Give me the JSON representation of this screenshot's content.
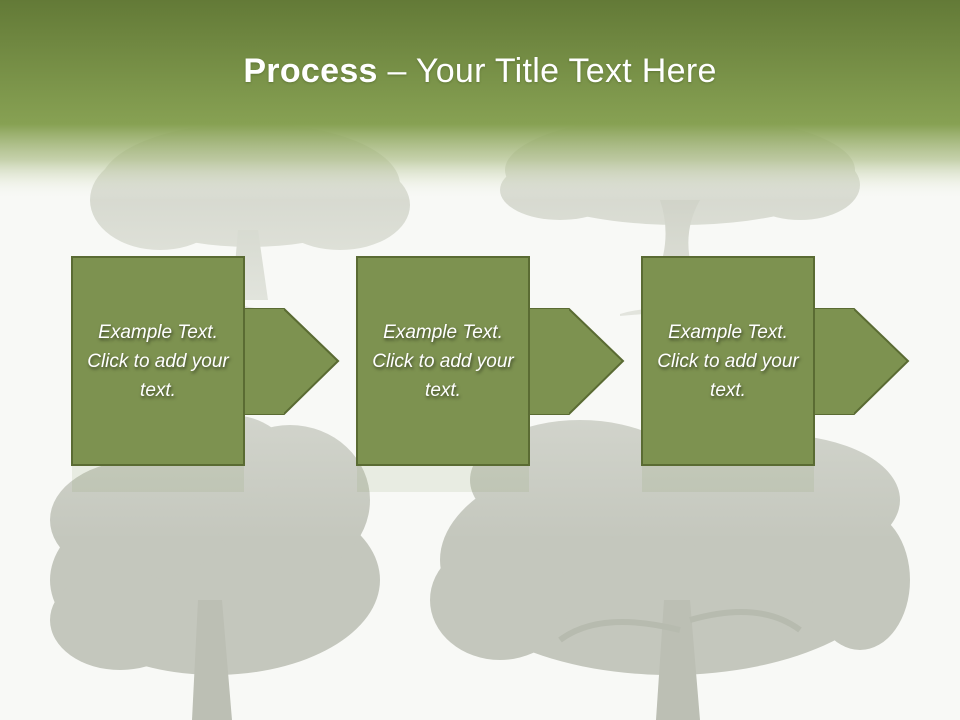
{
  "slide": {
    "title_bold": "Process",
    "title_separator": " – ",
    "title_rest": "Your Title Text Here",
    "colors": {
      "header": "#7d9a4a",
      "box": "#7d9250",
      "box_border": "#5a6b33",
      "tree": "#c4c7bd"
    }
  },
  "steps": [
    {
      "text": "Example Text. Click  to add your text."
    },
    {
      "text": "Example Text. Click  to add your text."
    },
    {
      "text": "Example Text. Click  to add your text."
    }
  ]
}
